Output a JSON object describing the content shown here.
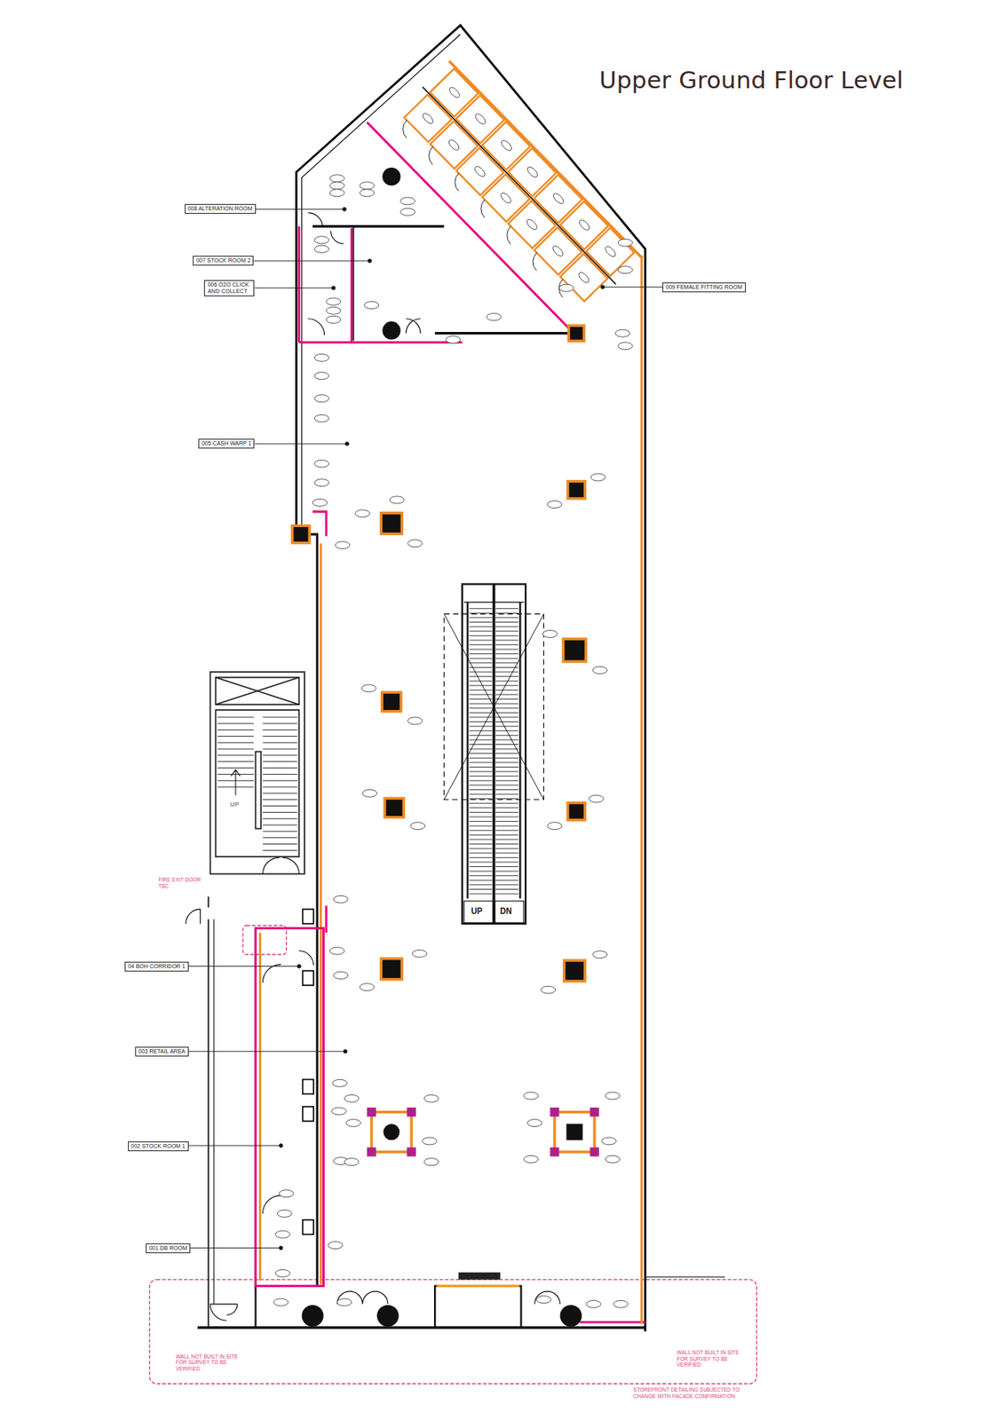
{
  "diagram": {
    "title": "Upper Ground Floor Level",
    "nodes": [
      {
        "text": [
          "008 ALTERATION ROOM"
        ]
      },
      {
        "text": [
          "007 STOCK ROOM 2"
        ]
      },
      {
        "text": [
          "006 O2O CLICK AND COLLECT"
        ]
      },
      {
        "text": [
          "009 FEMALE FITTING ROOM"
        ]
      },
      {
        "text": [
          "005 CASH WARP 1"
        ]
      },
      {
        "text": [
          "04 BOH CORRIDOR 1"
        ]
      },
      {
        "text": [
          "003 RETAIL AREA"
        ]
      },
      {
        "text": [
          "002 STOCK ROOM 1"
        ]
      },
      {
        "text": [
          "001 DB ROOM"
        ]
      }
    ],
    "labels": [
      "FIRE EXIT DOOR TBC",
      "UP",
      "UP",
      "DN",
      "WALL NOT BUILT IN SITE FOR SURVEY TO BE VERIFIED",
      "WALL NOT BUILT IN SITE FOR SURVEY TO BE VERIFIED",
      "STOREFRONT DETAILING SUBJECTED TO CHANGE WITH FACADE CONFIRMATION"
    ]
  }
}
